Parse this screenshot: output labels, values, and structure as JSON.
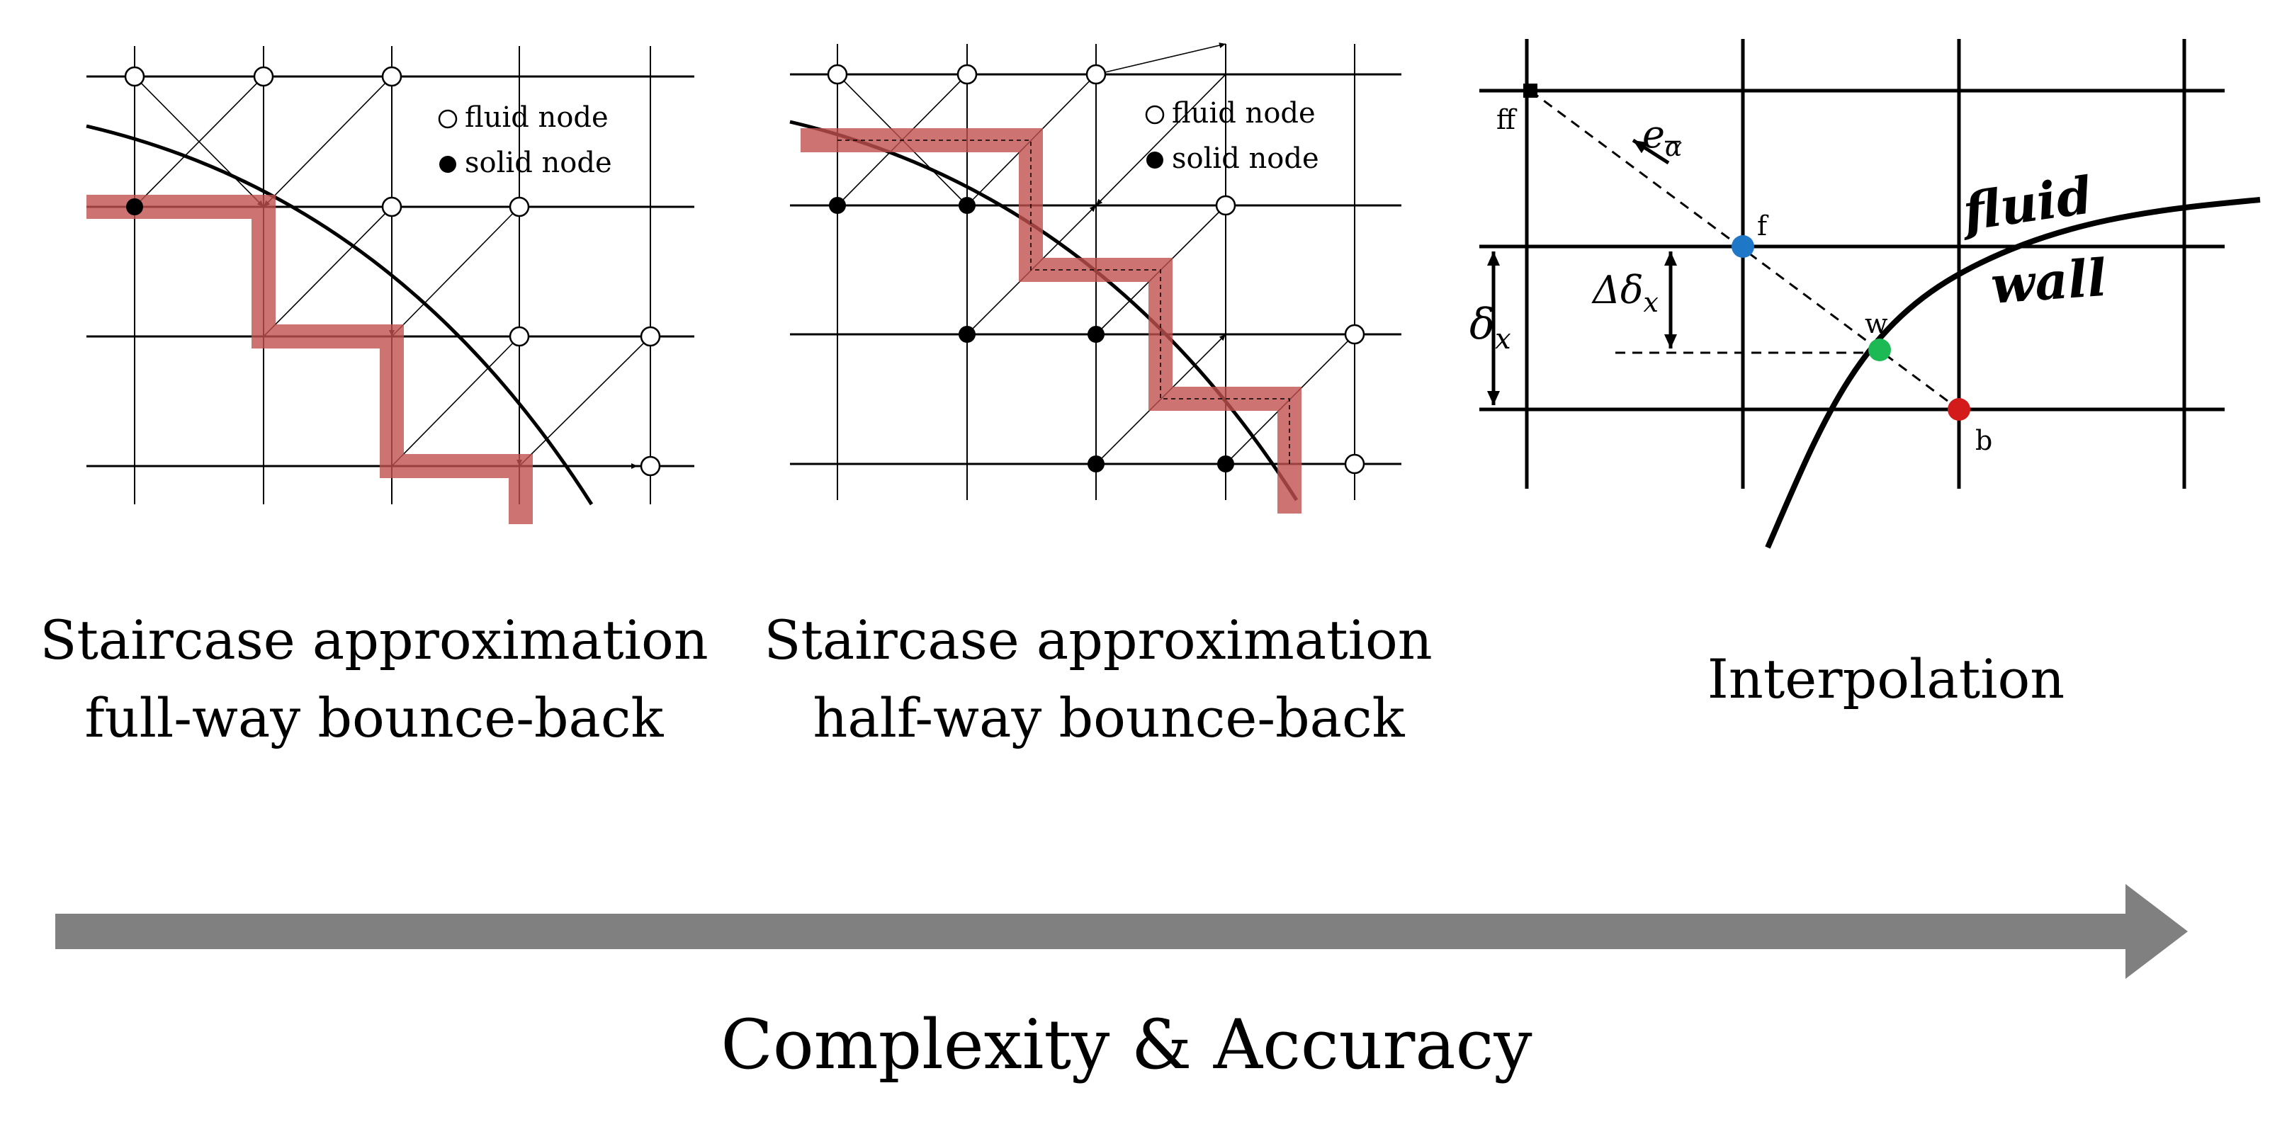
{
  "panels": {
    "full_way": {
      "legend_fluid": "fluid node",
      "legend_solid": "solid node",
      "caption_line1": "Staircase approximation",
      "caption_line2": "full-way bounce-back"
    },
    "half_way": {
      "legend_fluid": "fluid node",
      "legend_solid": "solid node",
      "caption_line1": "Staircase approximation",
      "caption_line2": "half-way bounce-back"
    },
    "interpolation": {
      "caption": "Interpolation",
      "label_ff": "ff",
      "label_f": "f",
      "label_w": "w",
      "label_b": "b",
      "label_fluid": "fluid",
      "label_wall": "wall",
      "label_e": "e",
      "label_e_sub": "α",
      "label_dx_delta": "δ",
      "label_dx_sub": "x",
      "label_ddx_prefix": "Δδ",
      "label_ddx_sub": "x"
    }
  },
  "footer": {
    "axis_label": "Complexity & Accuracy"
  },
  "colors": {
    "staircase": "#c0504d",
    "grid": "#000000",
    "arrow_bar": "#808080",
    "node_f": "#1f77c8",
    "node_w": "#1db954",
    "node_b": "#d41b1b"
  }
}
